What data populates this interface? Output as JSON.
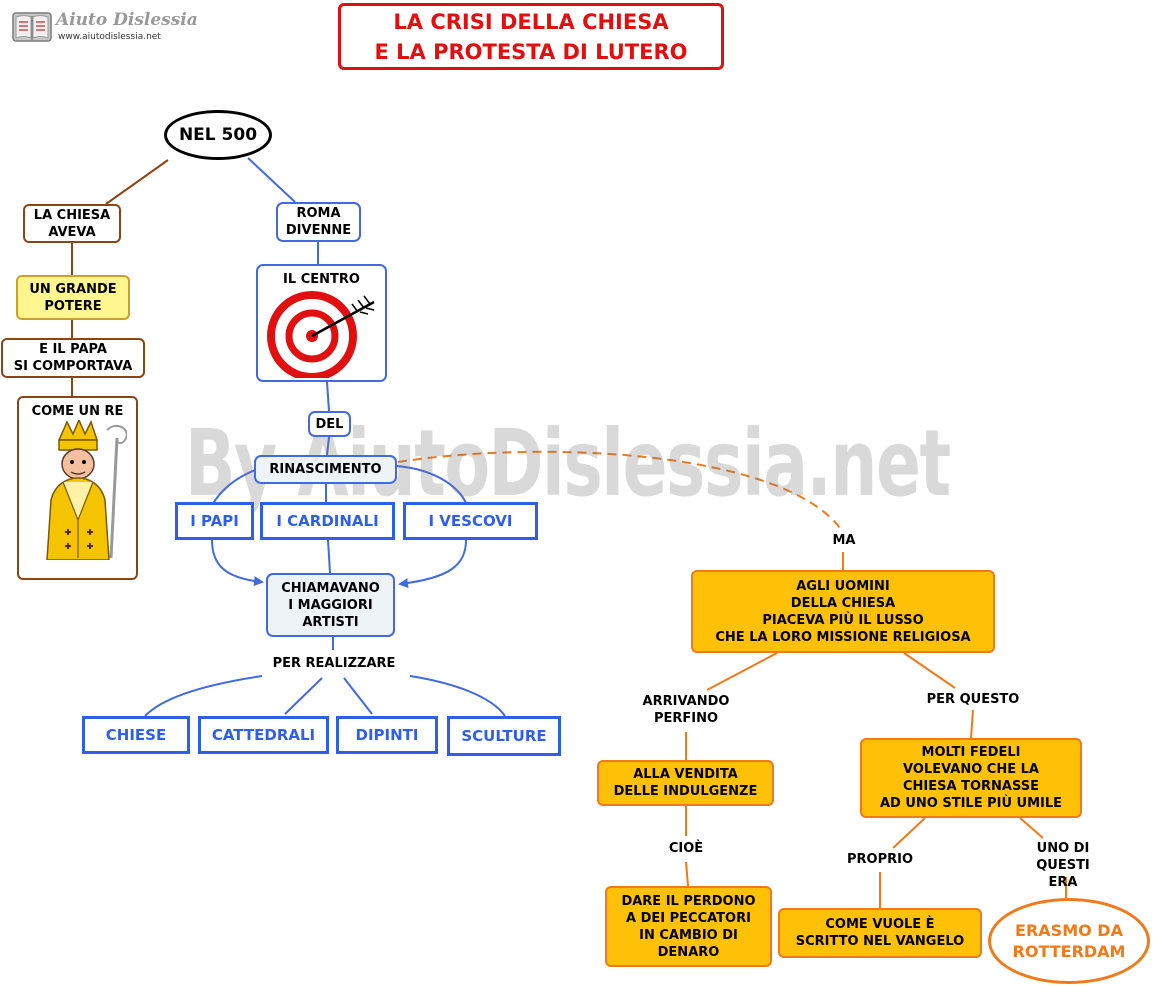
{
  "logo": {
    "name": "Aiuto Dislessia",
    "url": "www.aiutodislessia.net"
  },
  "title": "LA CRISI DELLA CHIESA\nE LA PROTESTA DI LUTERO",
  "watermark": "By AiutoDislessia.net",
  "root": "NEL 500",
  "left_branch": {
    "church_had": "LA CHIESA\nAVEVA",
    "great_power": "UN GRANDE\nPOTERE",
    "pope_behaved": "E IL PAPA\nSI COMPORTAVA",
    "like_king": "COME UN RE",
    "pope_icon": "pope-illustration"
  },
  "middle_branch": {
    "rome_became": "ROMA\nDIVENNE",
    "the_center": "IL CENTRO",
    "target_icon": "target-with-arrow",
    "of": "DEL",
    "renaissance": "RINASCIMENTO",
    "popes": "I PAPI",
    "cardinals": "I CARDINALI",
    "bishops": "I VESCOVI",
    "called_artists": "CHIAMAVANO\nI MAGGIORI\nARTISTI",
    "to_create": "PER REALIZZARE",
    "works": [
      "CHIESE",
      "CATTEDRALI",
      "DIPINTI",
      "SCULTURE"
    ]
  },
  "right_branch": {
    "but": "MA",
    "men_of_church": "AGLI UOMINI\nDELLA CHIESA\nPIACEVA PIÙ IL LUSSO\nCHE LA LORO MISSIONE RELIGIOSA",
    "even_reaching": "ARRIVANDO\nPERFINO",
    "indulgences": "ALLA VENDITA\nDELLE INDULGENZE",
    "that_is": "CIOÈ",
    "forgiveness": "DARE IL PERDONO\nA DEI PECCATORI\nIN CAMBIO DI\nDENARO",
    "therefore": "PER QUESTO",
    "faithful": "MOLTI FEDELI\nVOLEVANO CHE LA\nCHIESA TORNASSE\nAD UNO STILE PIÙ UMILE",
    "exactly": "PROPRIO",
    "gospel": "COME VUOLE È\nSCRITTO NEL VANGELO",
    "one_of_them": "UNO DI QUESTI\nERA",
    "erasmus": "ERASMO DA\nROTTERDAM"
  },
  "colors": {
    "title": "#e01010",
    "brown_branch": "#8b4513",
    "blue_branch": "#4169e1",
    "orange_branch": "#f07a1a",
    "orange_fill": "#ffc107",
    "yellow_fill": "#fff68f"
  }
}
